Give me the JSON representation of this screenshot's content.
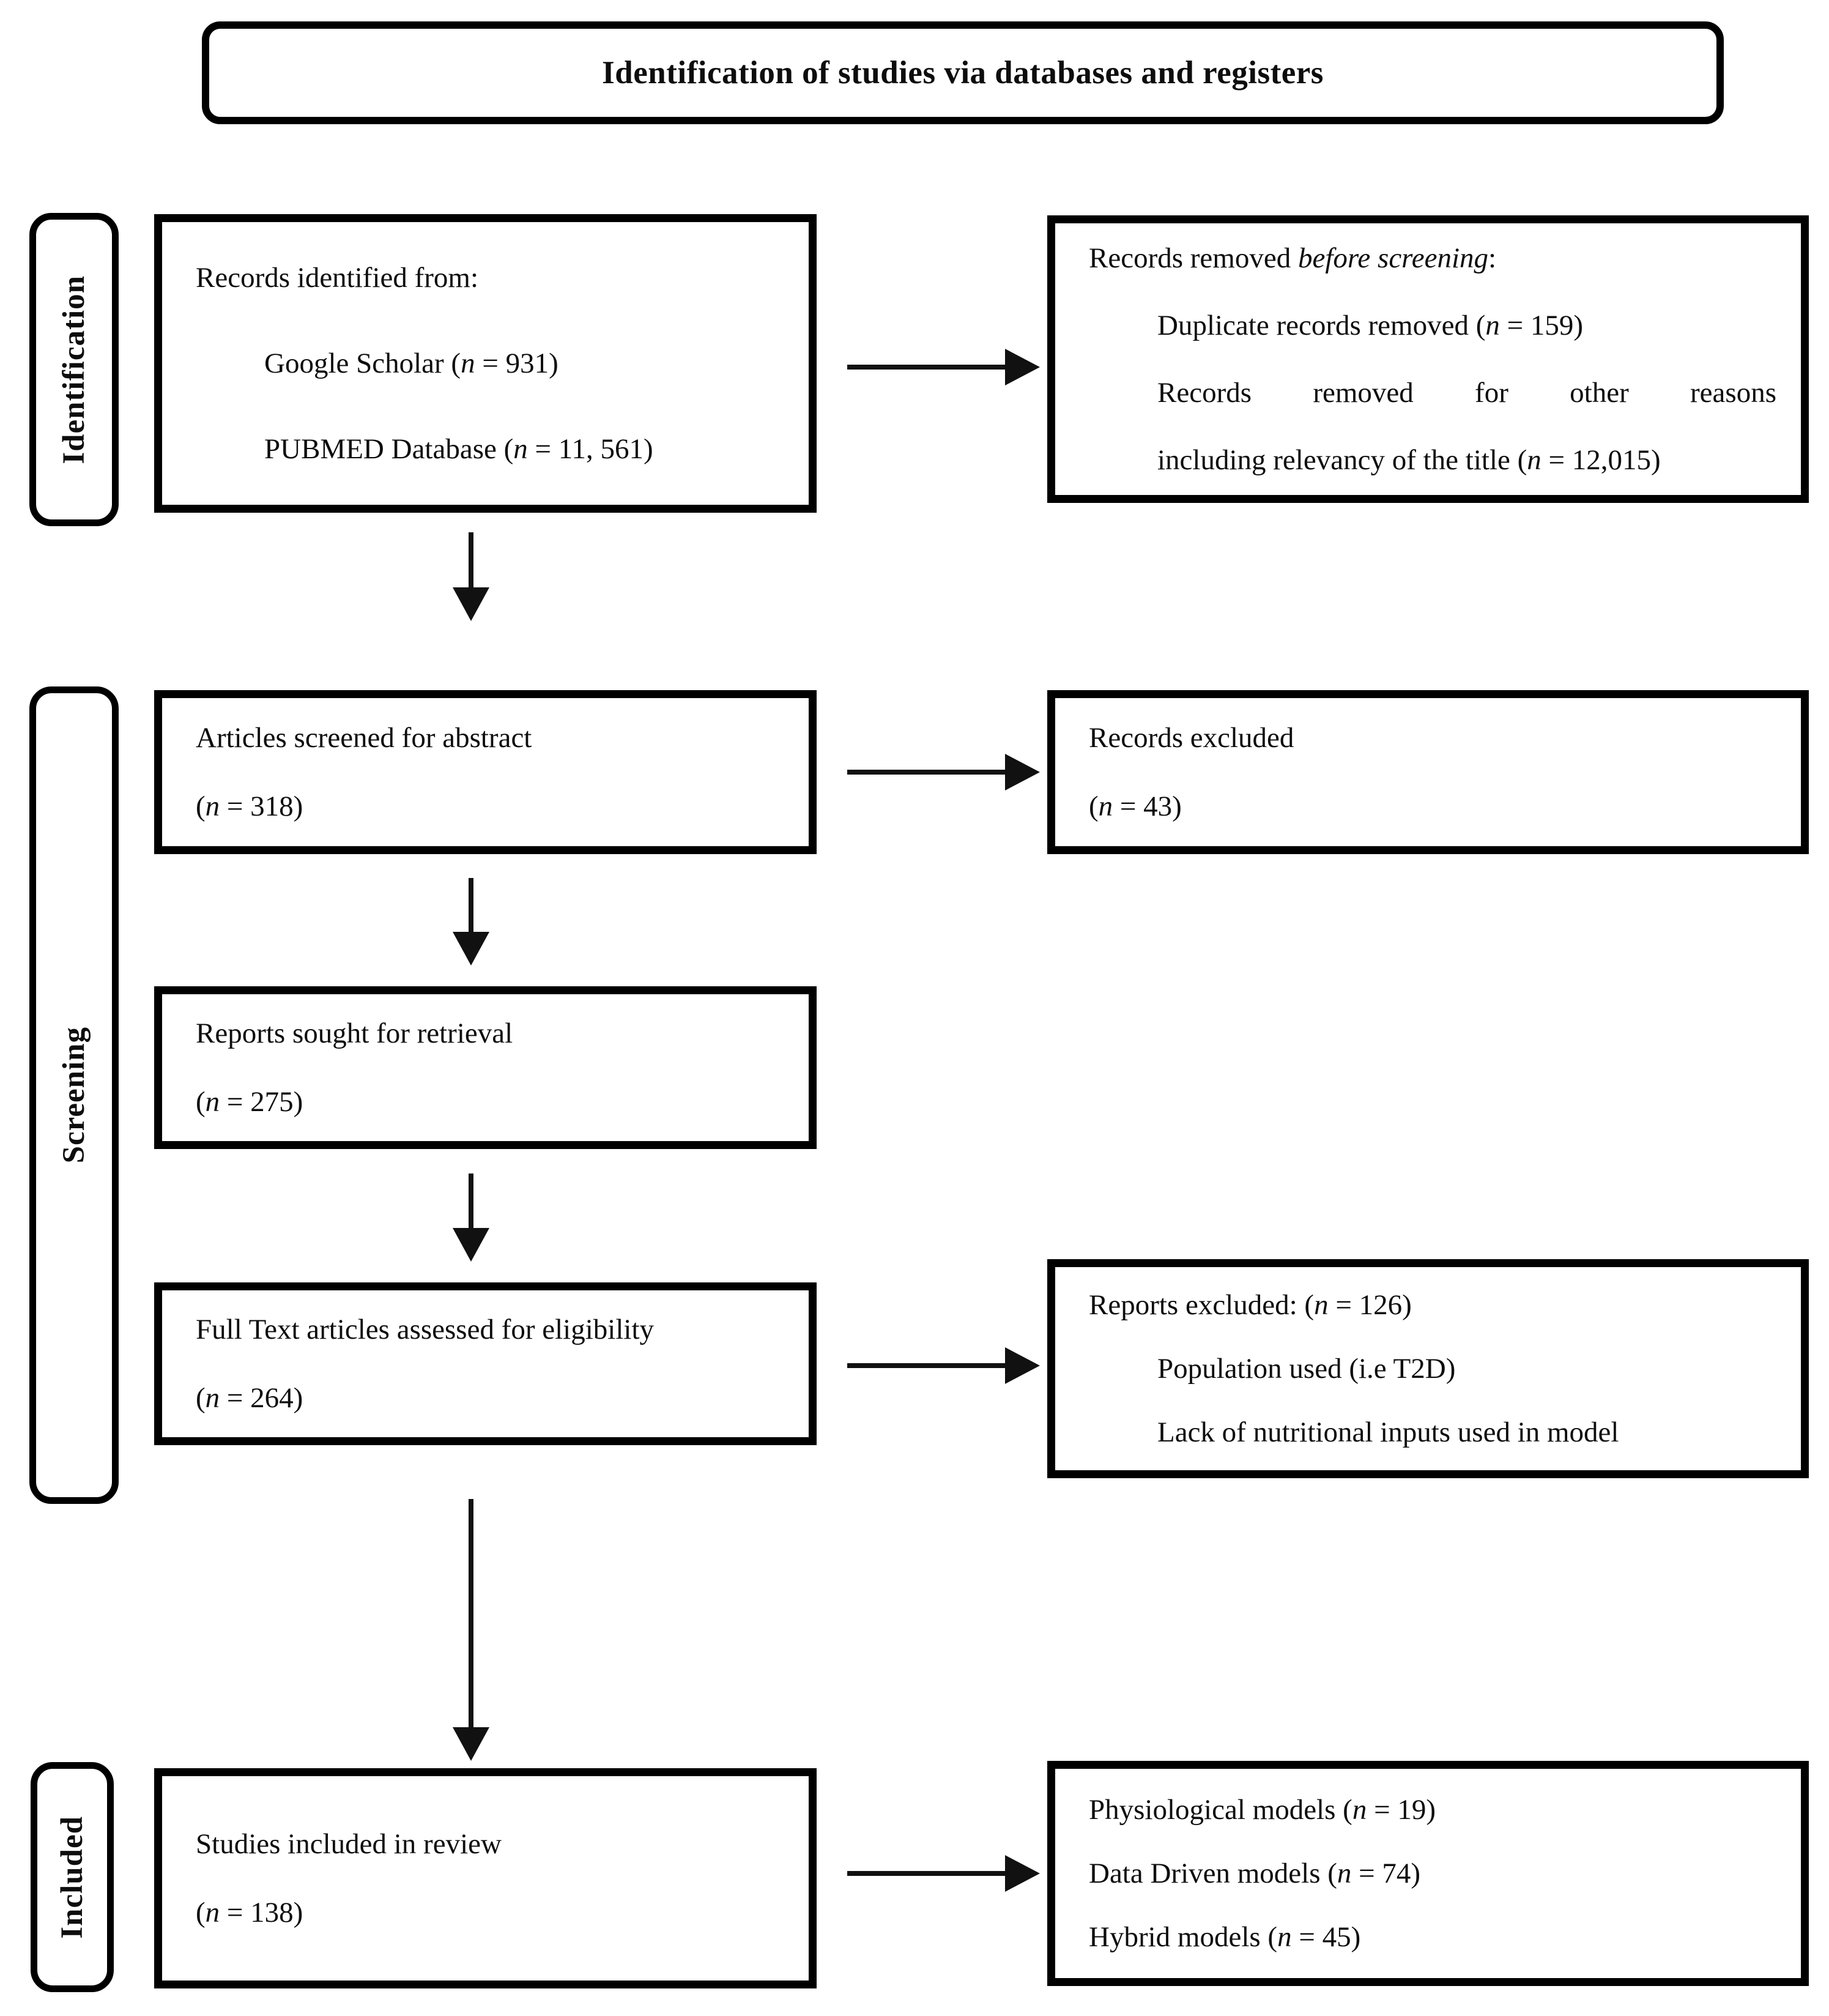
{
  "title": "Identification of studies via databases and registers",
  "stages": {
    "identification": "Identification",
    "screening": "Screening",
    "included": "Included"
  },
  "boxes": {
    "records_identified": {
      "lines": [
        {
          "text": "Records identified from:",
          "indent": 0
        },
        {
          "text": "Google Scholar (*n* = 931)",
          "indent": 1
        },
        {
          "text": "PUBMED Database (*n* = 11, 561)",
          "indent": 1
        }
      ]
    },
    "records_removed": {
      "lines": [
        {
          "text": "Records removed *before screening*:",
          "indent": 0
        },
        {
          "text": "Duplicate records removed (*n* = 159)",
          "indent": 1
        },
        {
          "text": "Records removed for other reasons",
          "indent": 1,
          "stretch": true
        },
        {
          "text": "including relevancy of the title (*n* = 12,015)",
          "indent": 1
        }
      ]
    },
    "articles_screened": {
      "lines": [
        {
          "text": "Articles screened for abstract",
          "indent": 0
        },
        {
          "text": "(*n* = 318)",
          "indent": 0
        }
      ]
    },
    "records_excluded": {
      "lines": [
        {
          "text": "Records excluded",
          "indent": 0
        },
        {
          "text": "(*n* = 43)",
          "indent": 0
        }
      ]
    },
    "reports_sought": {
      "lines": [
        {
          "text": "Reports sought for retrieval",
          "indent": 0
        },
        {
          "text": "(*n* = 275)",
          "indent": 0
        }
      ]
    },
    "full_text_assessed": {
      "lines": [
        {
          "text": "Full Text articles assessed for eligibility",
          "indent": 0
        },
        {
          "text": "(*n* = 264)",
          "indent": 0
        }
      ]
    },
    "reports_excluded": {
      "lines": [
        {
          "text": "Reports excluded: (*n* = 126)",
          "indent": 0
        },
        {
          "text": "Population used (i.e T2D)",
          "indent": 1
        },
        {
          "text": "Lack of nutritional inputs used in model",
          "indent": 1
        }
      ]
    },
    "studies_included": {
      "lines": [
        {
          "text": "Studies included in review",
          "indent": 0
        },
        {
          "text": "(*n* = 138)",
          "indent": 0
        }
      ]
    },
    "included_models": {
      "lines": [
        {
          "text": "Physiological models (*n* = 19)",
          "indent": 0
        },
        {
          "text": "Data Driven models (*n* = 74)",
          "indent": 0
        },
        {
          "text": "Hybrid models (*n* = 45)",
          "indent": 0
        }
      ]
    }
  },
  "colors": {
    "border": "#000000",
    "background": "#ffffff",
    "text": "#0d0d0d"
  }
}
